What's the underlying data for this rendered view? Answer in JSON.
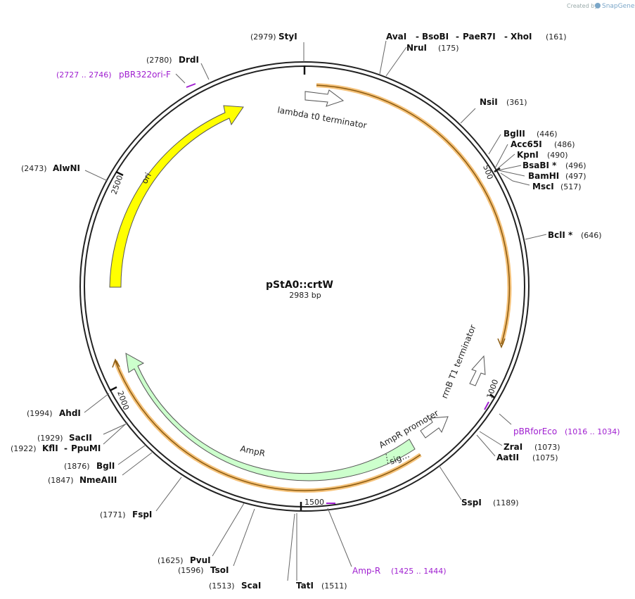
{
  "credit": {
    "prefix": "Created by",
    "brand": "SnapGene"
  },
  "plasmid": {
    "name": "pStA0::crtW",
    "length_label": "2983 bp"
  },
  "ticks": [
    "500",
    "1000",
    "1500",
    "2000",
    "2500"
  ],
  "features": {
    "lambda": "lambda t0 terminator",
    "rrnb": "rrnB T1 terminator",
    "ampr_promoter": "AmpR promoter",
    "sig": "sig…",
    "ampr": "AmpR",
    "ori": "ori"
  },
  "sites": [
    {
      "name": "StyI",
      "pos": "(2979)"
    },
    {
      "name": "AvaI",
      "sep1": "-",
      "name2": "BsoBI",
      "sep2": "-",
      "name3": "PaeR7I",
      "sep3": "-",
      "name4": "XhoI",
      "pos": "(161)"
    },
    {
      "name": "NruI",
      "pos": "(175)"
    },
    {
      "name": "NsiI",
      "pos": "(361)"
    },
    {
      "name": "BglII",
      "pos": "(446)"
    },
    {
      "name": "Acc65I",
      "pos": "(486)"
    },
    {
      "name": "KpnI",
      "pos": "(490)"
    },
    {
      "name": "BsaBI *",
      "pos": "(496)"
    },
    {
      "name": "BamHI",
      "pos": "(497)"
    },
    {
      "name": "MscI",
      "pos": "(517)"
    },
    {
      "name": "BclI *",
      "pos": "(646)"
    },
    {
      "name": "ZraI",
      "pos": "(1073)"
    },
    {
      "name": "AatII",
      "pos": "(1075)"
    },
    {
      "name": "SspI",
      "pos": "(1189)"
    },
    {
      "name": "TatI",
      "pos": "(1511)"
    },
    {
      "name": "ScaI",
      "pos": "(1513)"
    },
    {
      "name": "TsoI",
      "pos": "(1596)"
    },
    {
      "name": "PvuI",
      "pos": "(1625)"
    },
    {
      "name": "FspI",
      "pos": "(1771)"
    },
    {
      "name": "NmeAIII",
      "pos": "(1847)"
    },
    {
      "name": "BglI",
      "pos": "(1876)"
    },
    {
      "name": "KflI",
      "sep1": "-",
      "name2": "PpuMI",
      "pos": "(1922)"
    },
    {
      "name": "SacII",
      "pos": "(1929)"
    },
    {
      "name": "AhdI",
      "pos": "(1994)"
    },
    {
      "name": "AlwNI",
      "pos": "(2473)"
    },
    {
      "name": "DrdI",
      "pos": "(2780)"
    }
  ],
  "primers": [
    {
      "name": "pBR322ori-F",
      "pos": "(2727 .. 2746)"
    },
    {
      "name": "pBRforEco",
      "pos": "(1016 .. 1034)"
    },
    {
      "name": "Amp-R",
      "pos": "(1425 .. 1444)"
    }
  ],
  "colors": {
    "ori": "#ffff00",
    "ampr": "#ccffcc",
    "ampr_promoter": "#ffffff",
    "terminator": "#ffffff",
    "orf_band": "#f5c27a",
    "orf_core": "#8a5a10",
    "primer": "#a020d0",
    "backbone": "#222222"
  }
}
